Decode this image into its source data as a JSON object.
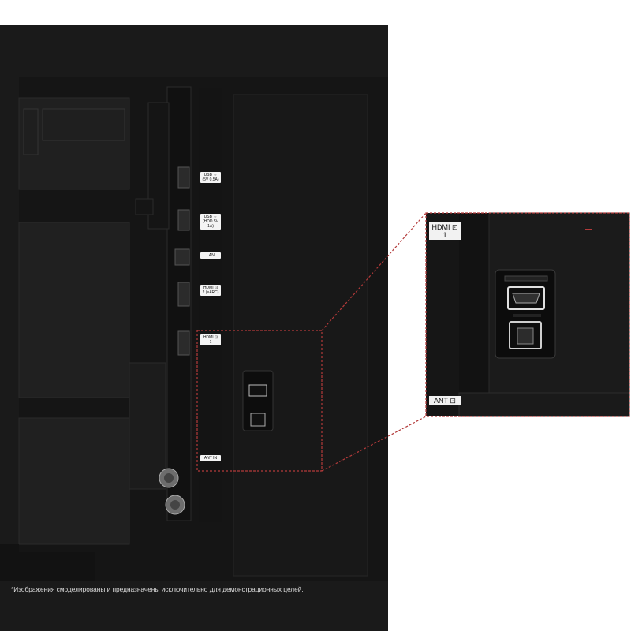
{
  "ports_panel": {
    "labels": [
      {
        "line1": "USB ⇔",
        "line2": "(5V 0.5A)"
      },
      {
        "line1": "USB ⇔",
        "line2": "(HDD 5V 1A)"
      },
      {
        "line1": "LAN",
        "line2": ""
      },
      {
        "line1": "HDMI ⊡",
        "line2": "2 (eARC)"
      },
      {
        "line1": "HDMI ⊡",
        "line2": "1"
      },
      {
        "line1": "ANT IN",
        "line2": ""
      }
    ]
  },
  "zoom": {
    "hdmi_label": {
      "line1": "HDMI ⊡",
      "line2": "1"
    },
    "ant_label": "ANT ⊡"
  },
  "disclaimer": "*Изображения смоделированы и предназначены исключительно для демонстрационных целей.",
  "colors": {
    "background": "#ffffff",
    "tv_body": "#1b1b1b",
    "callout_line": "#c0392b"
  }
}
